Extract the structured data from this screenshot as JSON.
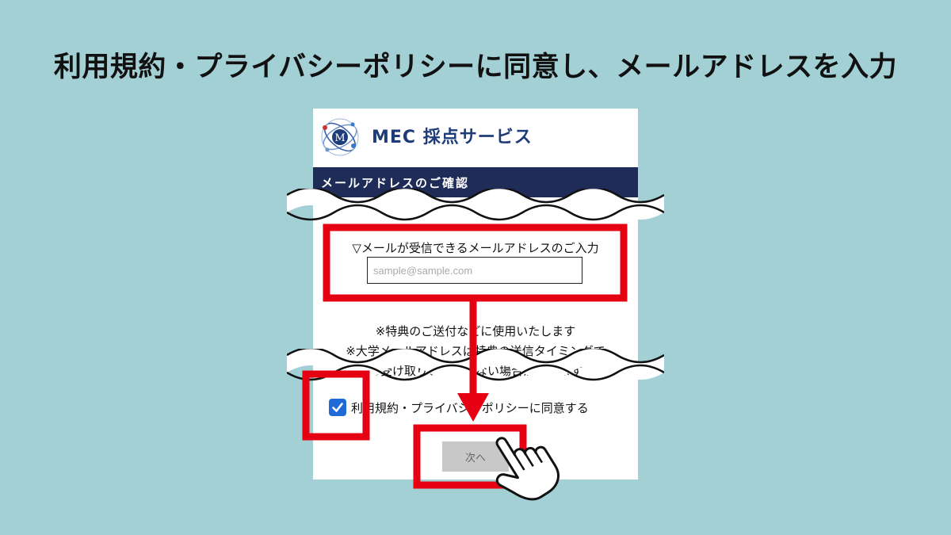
{
  "headline": "利用規約・プライバシーポリシーに同意し、メールアドレスを入力",
  "app": {
    "name": "MEC 採点サービス",
    "logo_letter": "M",
    "brand_color": "#1f3c7a",
    "section_title": "メールアドレスのご確認"
  },
  "form": {
    "email_label": "▽メールが受信できるメールアドレスのご入力",
    "email_placeholder": "sample@sample.com",
    "note1": "※特典のご送付などに使用いたします",
    "note2": "※大学メールアドレスは特典の送信タイミングで",
    "note3": "お受け取りいただけない場合があります",
    "agree_label": "利用規約・プライバシーポリシーに同意する",
    "agree_checked": true,
    "next_label": "次へ"
  },
  "colors": {
    "background": "#a3d0d5",
    "highlight": "#e50012",
    "section_bar": "#1e2c57",
    "checkbox": "#1f6ad6"
  },
  "icons": {
    "cursor": "pointing-hand-icon",
    "logo": "orbit-m-logo-icon"
  }
}
